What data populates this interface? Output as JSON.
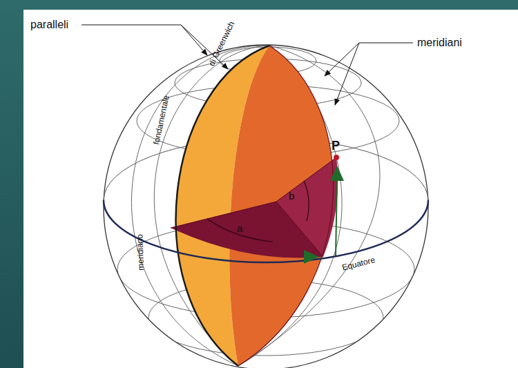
{
  "diagram": {
    "labels": [
      "paralleli",
      "meridiani",
      "di Greenwich",
      "fondamentale",
      "meridiano",
      "a",
      "b",
      "P",
      "Equatore"
    ]
  }
}
